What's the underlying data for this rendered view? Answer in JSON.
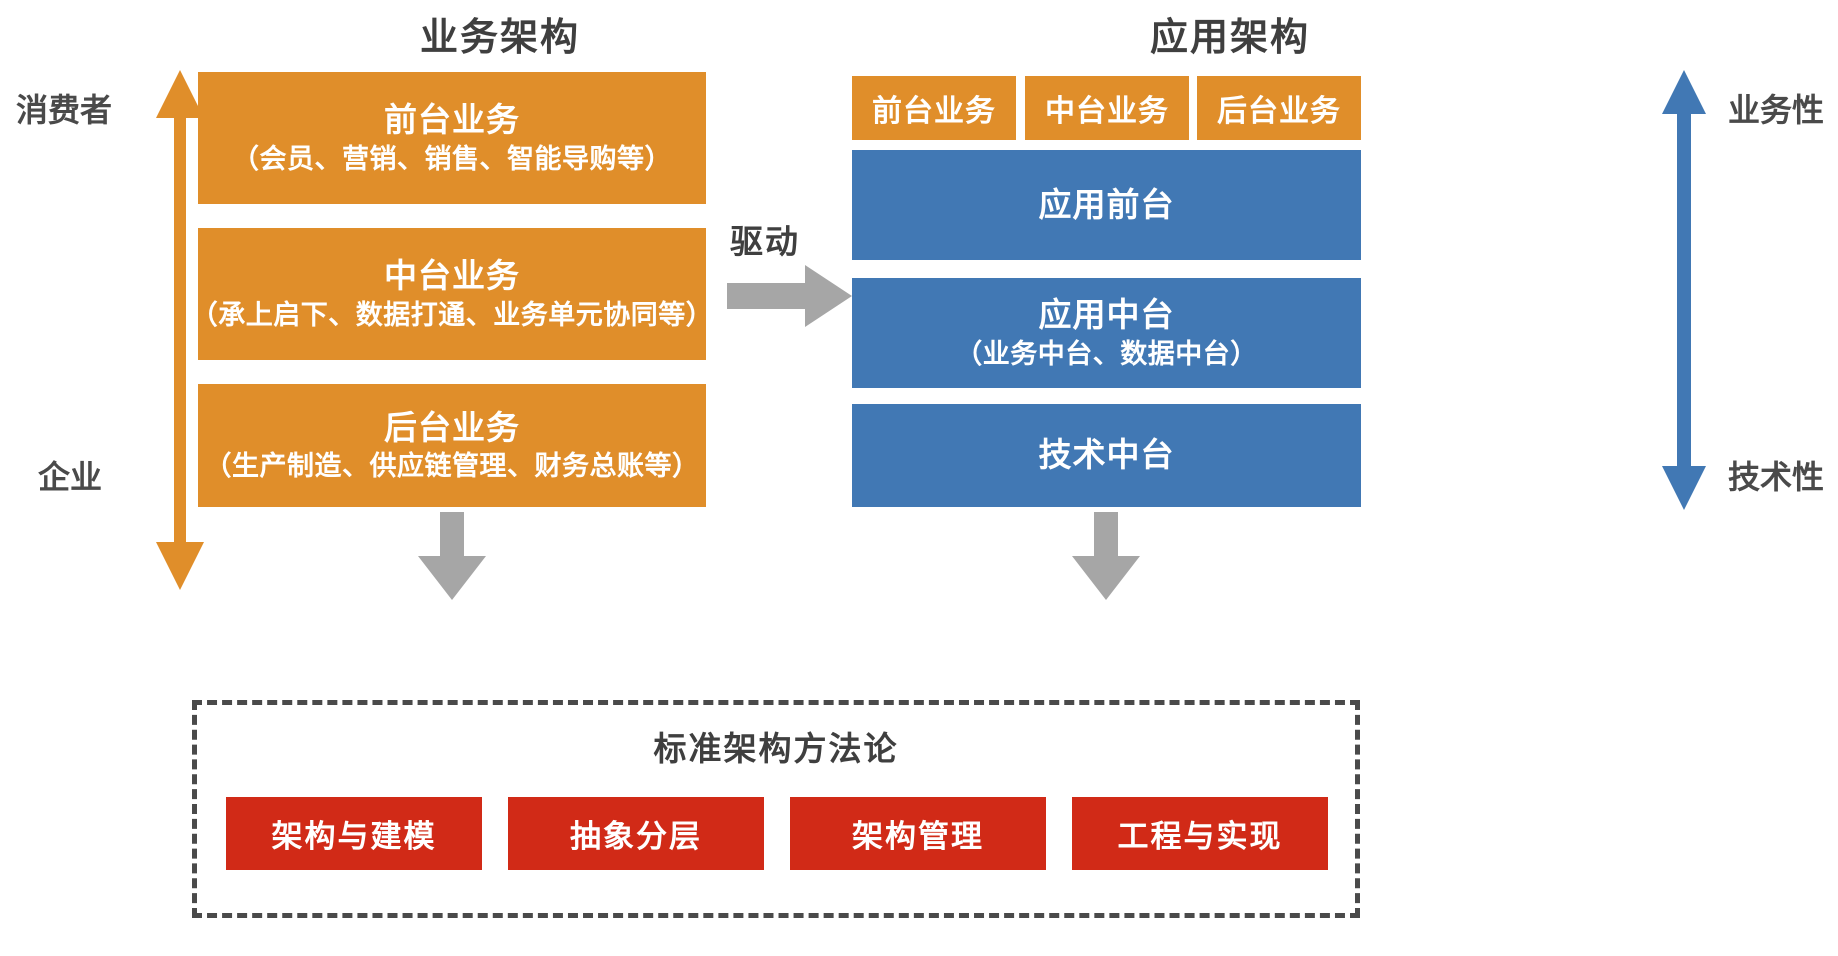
{
  "sections": {
    "business": {
      "title": "业务架构"
    },
    "application": {
      "title": "应用架构"
    }
  },
  "axes": {
    "left": {
      "top_label": "消费者",
      "bottom_label": "企业",
      "color": "#E08E2A",
      "direction": "double"
    },
    "right": {
      "top_label": "业务性",
      "bottom_label": "技术性",
      "color": "#4178B4",
      "direction": "double"
    }
  },
  "business_layers": [
    {
      "title": "前台业务",
      "subtitle": "（会员、营销、销售、智能导购等）",
      "color": "#E08E2A"
    },
    {
      "title": "中台业务",
      "subtitle": "（承上启下、数据打通、业务单元协同等）",
      "color": "#E08E2A"
    },
    {
      "title": "后台业务",
      "subtitle": "（生产制造、供应链管理、财务总账等）",
      "color": "#E08E2A"
    }
  ],
  "application_chips": [
    {
      "label": "前台业务",
      "color": "#E08E2A"
    },
    {
      "label": "中台业务",
      "color": "#E08E2A"
    },
    {
      "label": "后台业务",
      "color": "#E08E2A"
    }
  ],
  "application_layers": [
    {
      "title": "应用前台",
      "subtitle": "",
      "color": "#4178B4"
    },
    {
      "title": "应用中台",
      "subtitle": "（业务中台、数据中台）",
      "color": "#4178B4"
    },
    {
      "title": "技术中台",
      "subtitle": "",
      "color": "#4178B4"
    }
  ],
  "connectors": {
    "drive_label": "驱动",
    "arrow_color": "#A6A6A6"
  },
  "methodology": {
    "title": "标准架构方法论",
    "items": [
      {
        "label": "架构与建模"
      },
      {
        "label": "抽象分层"
      },
      {
        "label": "架构管理"
      },
      {
        "label": "工程与实现"
      }
    ],
    "border_color": "#4a4a4a",
    "item_color": "#D12A17"
  }
}
